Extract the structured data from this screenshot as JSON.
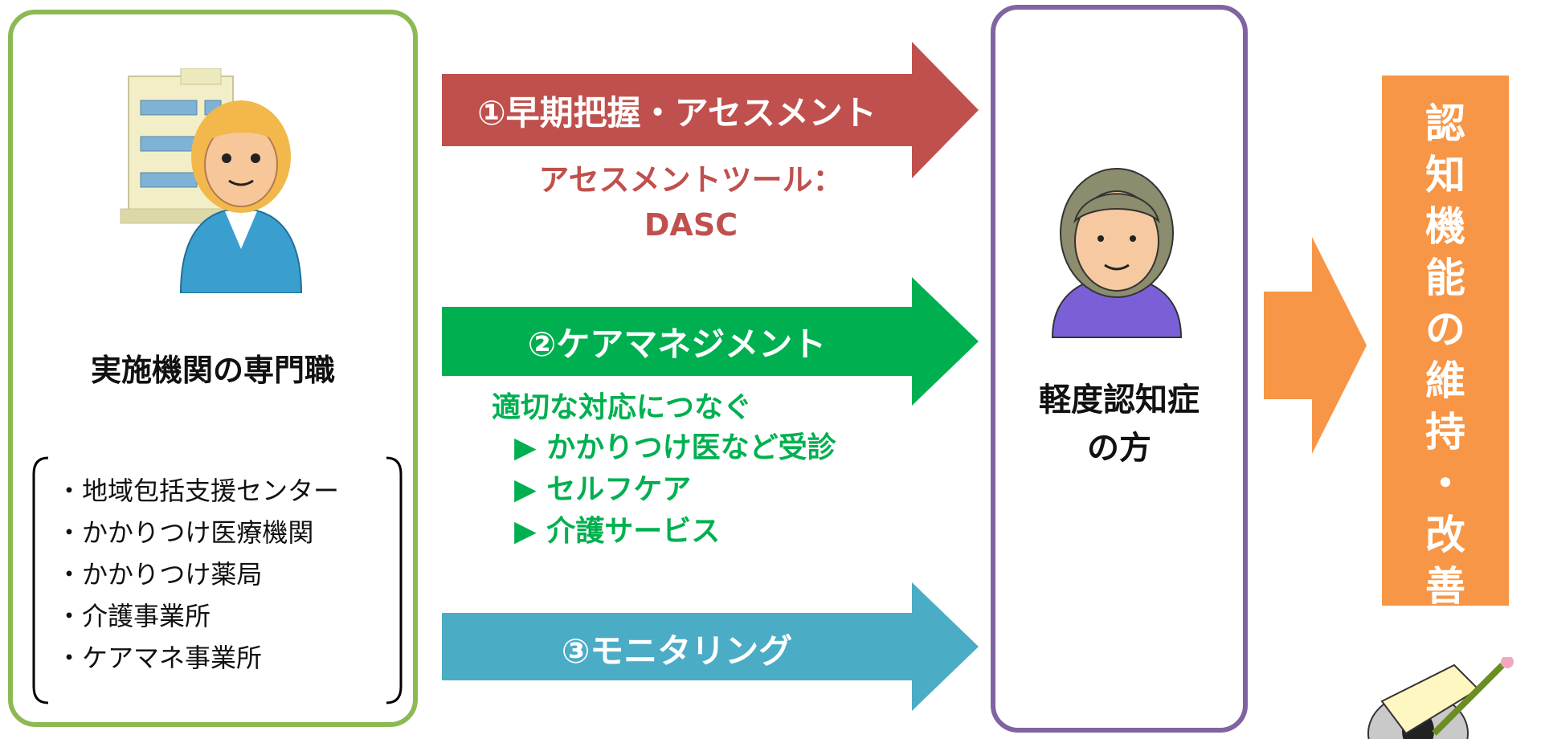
{
  "left_panel": {
    "title": "実施機関の専門職",
    "items": [
      "・地域包括支援センター",
      "・かかりつけ医療機関",
      "・かかりつけ薬局",
      "・介護事業所",
      "・ケアマネ事業所"
    ]
  },
  "arrows": [
    {
      "label": "①早期把握・アセスメント",
      "color": "#c0504d"
    },
    {
      "label": "②ケアマネジメント",
      "color": "#00b050"
    },
    {
      "label": "③モニタリング",
      "color": "#4bacc6"
    }
  ],
  "assessment_tool": {
    "line1": "アセスメントツール：",
    "line2": "DASC"
  },
  "care_detail": {
    "heading": "適切な対応につなぐ",
    "items": [
      "▶ かかりつけ医など受診",
      "▶ セルフケア",
      "▶ 介護サービス"
    ]
  },
  "center_panel": {
    "line1": "軽度認知症",
    "line2": "の方"
  },
  "result": {
    "chars": [
      "認",
      "知",
      "機",
      "能",
      "の",
      "維",
      "持",
      "・",
      "改",
      "善"
    ],
    "color": "#f79646"
  }
}
